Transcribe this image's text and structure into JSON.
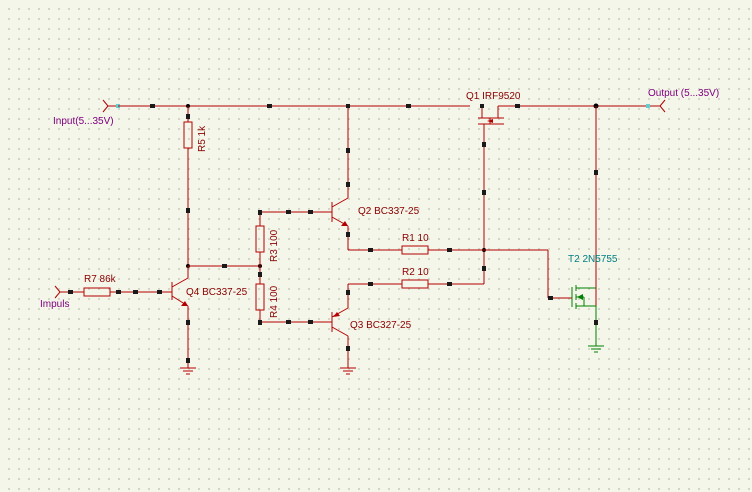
{
  "nets": {
    "input": "Input(5...35V)",
    "output": "Output (5...35V)",
    "impuls": "Impuls"
  },
  "components": {
    "q1": "Q1 IRF9520",
    "q2": "Q2 BC337-25",
    "q3": "Q3 BC327-25",
    "q4": "Q4 BC337-25",
    "t2": "T2 2N5755",
    "r1": "R1 10",
    "r2": "R2 10",
    "r3": "R3 100",
    "r4": "R4 100",
    "r5": "R5 1k",
    "r7": "R7 86k"
  },
  "colors": {
    "background": "#f4f6ea",
    "wire": "#b40000",
    "label": "#8b0000",
    "net_label": "#800080",
    "t2_label": "#008080",
    "t2_symbol": "#008000"
  }
}
